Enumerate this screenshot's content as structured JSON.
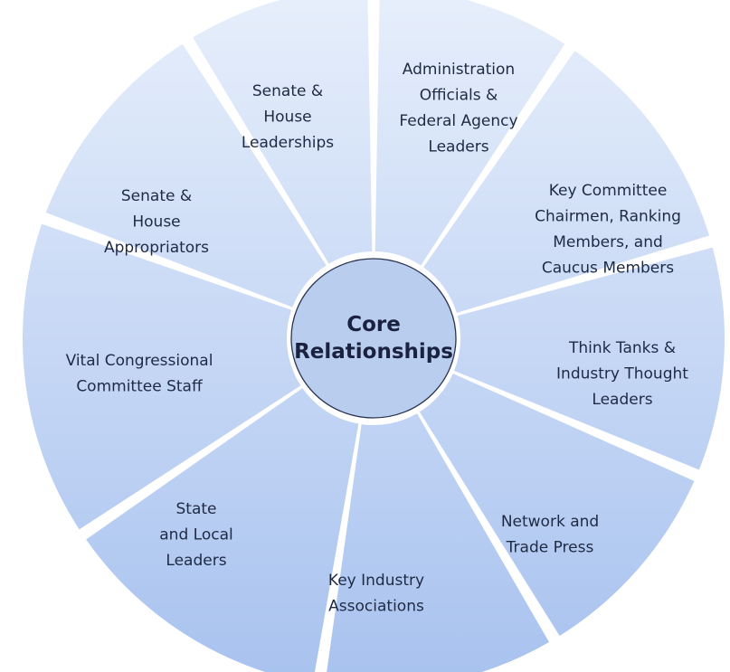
{
  "diagram": {
    "center": {
      "lines": [
        "Core",
        "Relationships"
      ]
    },
    "segments": [
      {
        "id": "senate-house-leaderships",
        "lines": [
          "Senate &",
          "House",
          "Leaderships"
        ]
      },
      {
        "id": "administration-officials",
        "lines": [
          "Administration",
          "Officials &",
          "Federal Agency",
          "Leaders"
        ]
      },
      {
        "id": "key-committee-chairmen",
        "lines": [
          "Key Committee",
          "Chairmen, Ranking",
          "Members, and",
          "Caucus Members"
        ]
      },
      {
        "id": "think-tanks",
        "lines": [
          "Think Tanks &",
          "Industry Thought",
          "Leaders"
        ]
      },
      {
        "id": "network-trade-press",
        "lines": [
          "Network and",
          "Trade Press"
        ]
      },
      {
        "id": "key-industry-associations",
        "lines": [
          "Key Industry",
          "Associations"
        ]
      },
      {
        "id": "state-local-leaders",
        "lines": [
          "State",
          "and Local",
          "Leaders"
        ]
      },
      {
        "id": "vital-congressional-staff",
        "lines": [
          "Vital Congressional",
          "Committee Staff"
        ]
      },
      {
        "id": "senate-house-appropriators",
        "lines": [
          "Senate &",
          "House",
          "Appropriators"
        ]
      }
    ],
    "colors": {
      "segment_top": "#e6eefb",
      "segment_bottom": "#a9c3ef",
      "center_fill": "#b9cdef",
      "center_stroke": "#2c3550",
      "text": "#1f2a44"
    }
  }
}
